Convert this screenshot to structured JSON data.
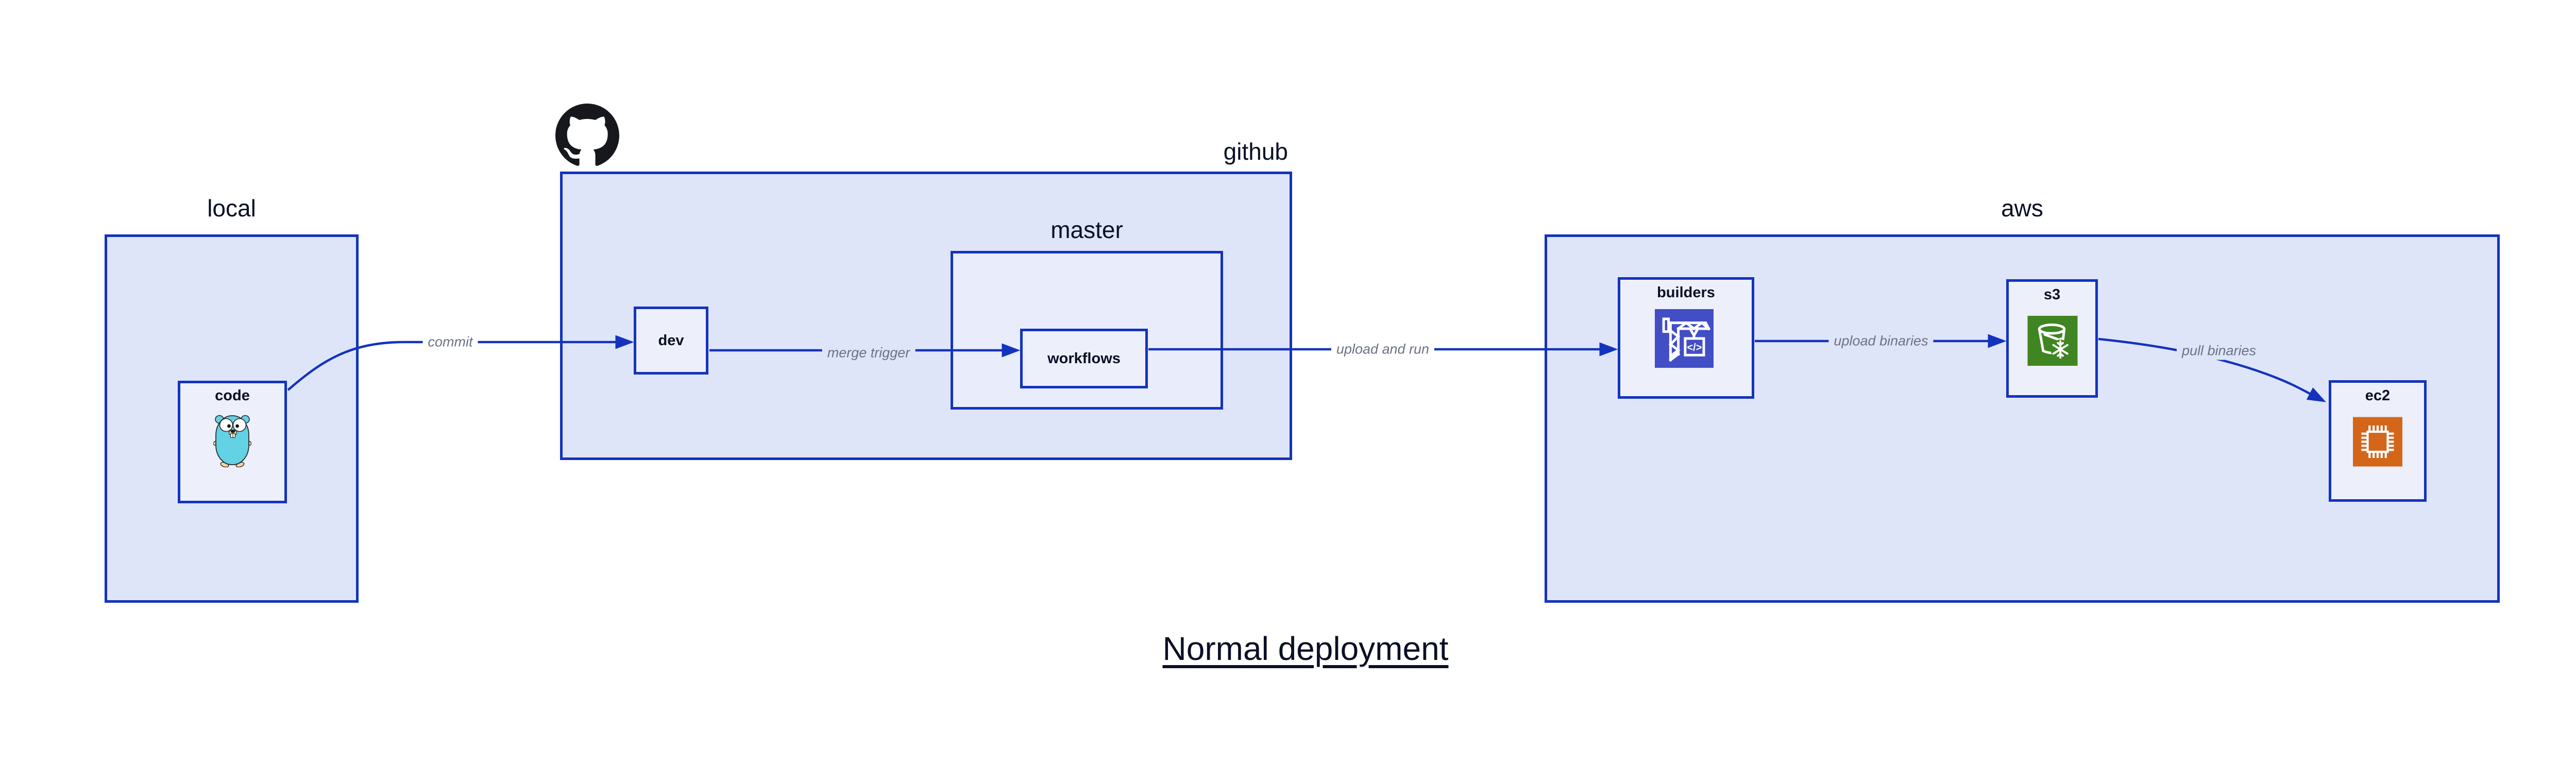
{
  "title": {
    "text": "Normal deployment"
  },
  "containers": {
    "local": {
      "label": "local"
    },
    "github": {
      "label": "github",
      "logo_icon": "github-octocat"
    },
    "master": {
      "label": "master"
    },
    "aws": {
      "label": "aws"
    }
  },
  "nodes": {
    "code": {
      "label": "code",
      "icon": "go-gopher"
    },
    "dev": {
      "label": "dev"
    },
    "workflows": {
      "label": "workflows"
    },
    "builders": {
      "label": "builders",
      "icon": "aws-codebuild-crane",
      "icon_glyph": "</>"
    },
    "s3": {
      "label": "s3",
      "icon": "aws-s3-glacier-bucket"
    },
    "ec2": {
      "label": "ec2",
      "icon": "aws-ec2-chip"
    }
  },
  "edges": {
    "commit": {
      "label": "commit",
      "from": "code",
      "to": "dev"
    },
    "merge_trigger": {
      "label": "merge trigger",
      "from": "dev",
      "to": "workflows"
    },
    "upload_and_run": {
      "label": "upload and run",
      "from": "workflows",
      "to": "builders"
    },
    "upload_binaries": {
      "label": "upload binaries",
      "from": "builders",
      "to": "s3"
    },
    "pull_binaries": {
      "label": "pull binaries",
      "from": "s3",
      "to": "ec2"
    }
  },
  "colors": {
    "stroke_blue": "#1333BE",
    "container_fill": "#DFE5F9",
    "nested_fill": "#E9EDFB",
    "leaf_fill": "#EDF0FB",
    "text_dark": "#0A0F25",
    "edge_gray": "#6C7285",
    "codebuild_indigo": "#424EC6",
    "s3_green": "#3F8521",
    "ec2_orange": "#D4661A",
    "gopher_teal": "#62D2E4"
  }
}
